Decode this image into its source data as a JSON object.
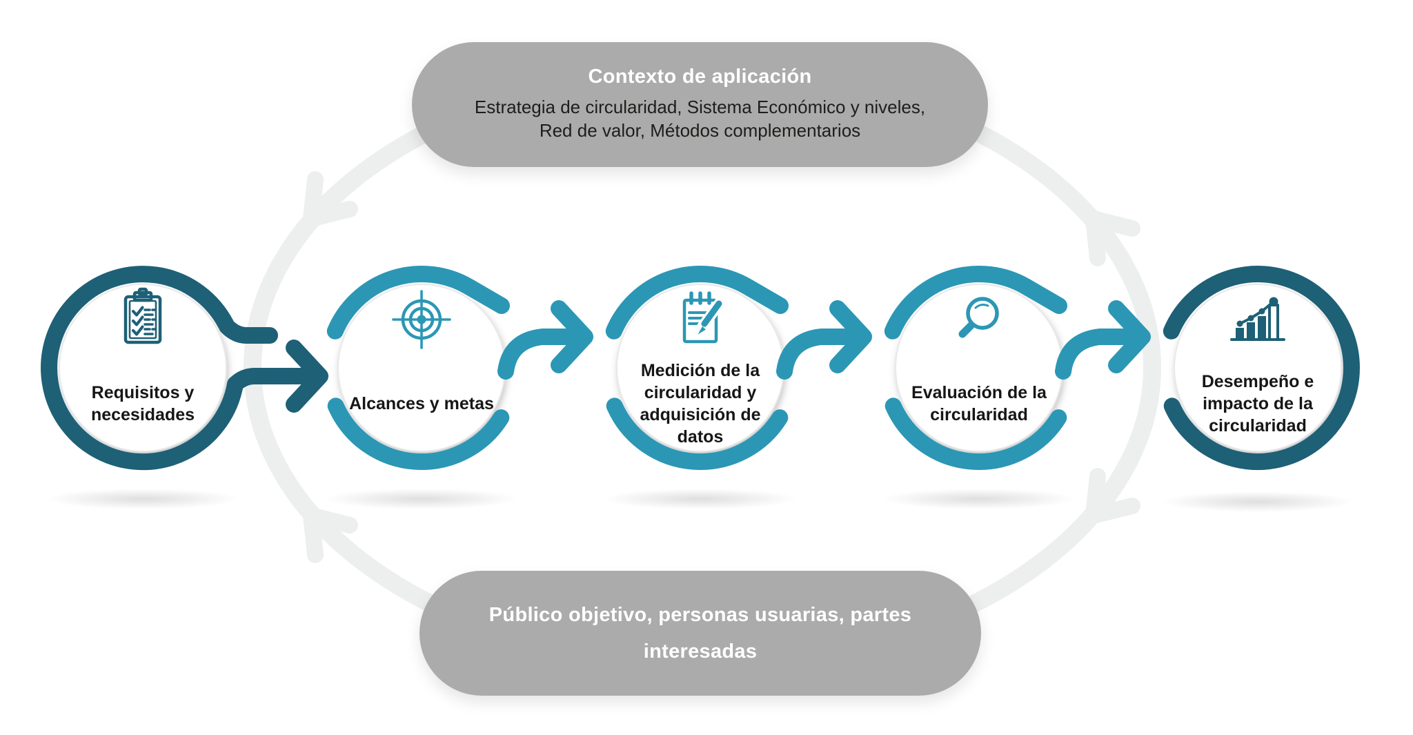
{
  "top_box": {
    "title": "Contexto de aplicación",
    "line1": "Estrategia de circularidad, Sistema Económico y niveles,",
    "line2": "Red de valor, Métodos complementarios"
  },
  "bottom_box": {
    "text": "Público objetivo, personas usuarias, partes interesadas"
  },
  "steps": [
    {
      "label": "Requisitos y necesidades",
      "icon": "clipboard-checklist-icon",
      "tone": "dark"
    },
    {
      "label": "Alcances y metas",
      "icon": "target-icon",
      "tone": "light"
    },
    {
      "label": "Medición de la circularidad y adquisición de datos",
      "icon": "notepad-pencil-icon",
      "tone": "light"
    },
    {
      "label": "Evaluación de la circularidad",
      "icon": "magnifier-icon",
      "tone": "light"
    },
    {
      "label": "Desempeño e impacto de la circularidad",
      "icon": "growth-chart-icon",
      "tone": "dark"
    }
  ],
  "colors": {
    "dark_teal": "#1E6076",
    "light_teal": "#2B97B5",
    "loop_gray": "#EDEEEE",
    "box_gray": "#ABABAB",
    "box_title_text": "#FFFFFF",
    "box_body_text": "#1D1D1B",
    "label_text": "#161616",
    "background": "#FFFFFF"
  }
}
